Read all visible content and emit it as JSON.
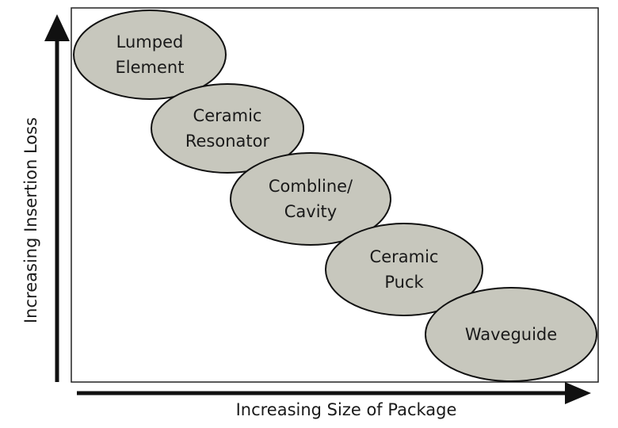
{
  "diagram": {
    "y_axis_label": "Increasing Insertion Loss",
    "x_axis_label": "Increasing Size of Package",
    "nodes": [
      {
        "lines": [
          "Lumped",
          "Element"
        ]
      },
      {
        "lines": [
          "Ceramic",
          "Resonator"
        ]
      },
      {
        "lines": [
          "Combline/",
          "Cavity"
        ]
      },
      {
        "lines": [
          "Ceramic",
          "Puck"
        ]
      },
      {
        "lines": [
          "Waveguide"
        ]
      }
    ]
  }
}
